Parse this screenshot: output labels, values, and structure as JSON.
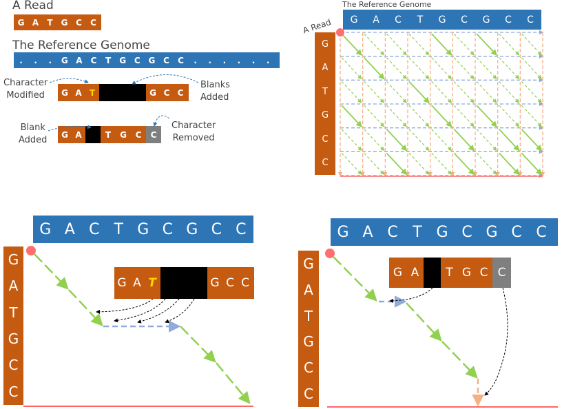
{
  "colors": {
    "reference": "#2e75b6",
    "read": "#c55a11",
    "blank": "#000000",
    "removed": "#7f7f7f",
    "modified": "#ffd700",
    "match": "#92d050",
    "insert": "#8faadc",
    "delete": "#f4b183",
    "baseline": "#ff6666"
  },
  "panel1": {
    "read_title": "A Read",
    "read_letters": [
      "G",
      "A",
      "T",
      "G",
      "C",
      "C"
    ],
    "ref_title": "The Reference Genome",
    "ref_letters": [
      ".",
      ".",
      ".",
      "G",
      "A",
      "C",
      "T",
      "G",
      "C",
      "G",
      "C",
      "C",
      ".",
      ".",
      ".",
      ".",
      ".",
      "."
    ],
    "mod_read": {
      "left": [
        "G",
        "A"
      ],
      "modified": "T",
      "right": [
        "G",
        "C",
        "C"
      ]
    },
    "label_char_modified": [
      "Character",
      "Modified"
    ],
    "label_blanks_added": [
      "Blanks",
      "Added"
    ],
    "del_read": {
      "left": [
        "G",
        "A"
      ],
      "right": [
        "T",
        "G",
        "C"
      ],
      "removed": "C"
    },
    "label_blank_added": [
      "Blank",
      "Added"
    ],
    "label_char_removed": [
      "Character",
      "Removed"
    ]
  },
  "panel2": {
    "ref_title": "The Reference Genome",
    "read_label": "A Read",
    "ref_letters": [
      "G",
      "A",
      "C",
      "T",
      "G",
      "C",
      "G",
      "C",
      "C"
    ],
    "read_letters": [
      "G",
      "A",
      "T",
      "G",
      "C",
      "C"
    ]
  },
  "panel3": {
    "ref_letters": [
      "G",
      "A",
      "C",
      "T",
      "G",
      "C",
      "G",
      "C",
      "C"
    ],
    "read_letters": [
      "G",
      "A",
      "T",
      "G",
      "C",
      "C"
    ],
    "mod_read": {
      "left": [
        "G",
        "A"
      ],
      "modified": "T",
      "right": [
        "G",
        "C",
        "C"
      ]
    }
  },
  "panel4": {
    "ref_letters": [
      "G",
      "A",
      "C",
      "T",
      "G",
      "C",
      "G",
      "C",
      "C"
    ],
    "read_letters": [
      "G",
      "A",
      "T",
      "G",
      "C",
      "C"
    ],
    "del_read": {
      "left": [
        "G",
        "A"
      ],
      "right": [
        "T",
        "G",
        "C"
      ],
      "removed": "C"
    }
  }
}
